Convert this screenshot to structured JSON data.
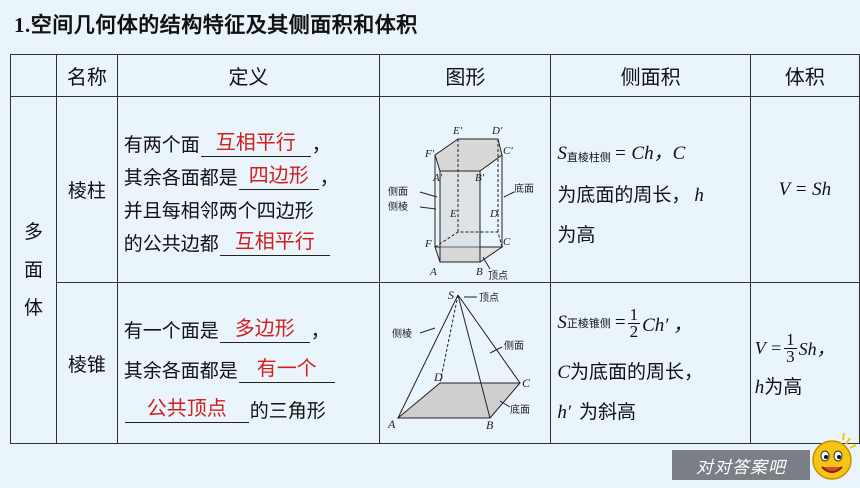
{
  "title": {
    "num": "1.",
    "text": "空间几何体的结构特征及其侧面积和体积"
  },
  "headers": [
    "名称",
    "定义",
    "图形",
    "侧面积",
    "体积"
  ],
  "group_label": [
    "多",
    "面",
    "体"
  ],
  "prism": {
    "name": "棱柱",
    "def": {
      "l1_pre": "有两个面",
      "l1_ans": "互相平行",
      "l1_post": "，",
      "l2_pre": "其余各面都是",
      "l2_ans": "四边形",
      "l2_post": "，",
      "l3": "并且每相邻两个四边形",
      "l4_pre": "的公共边都",
      "l4_ans": "互相平行"
    },
    "figure_labels": {
      "E1": "E′",
      "D1": "D′",
      "F1": "F′",
      "C1": "C′",
      "side_face": "侧面",
      "side_edge": "侧棱",
      "base": "底面",
      "vertex": "顶点",
      "E": "E",
      "D": "D",
      "F": "F",
      "C": "C",
      "A": "A",
      "B": "B",
      "A1": "A′",
      "B1": "B′"
    },
    "area": {
      "S": "S",
      "sub": "直棱柱侧",
      "eq": "= Ch，C",
      "l2": "为底面的周长，",
      "h": "h",
      "l3": "为高"
    },
    "volume": "V = Sh"
  },
  "pyramid": {
    "name": "棱锥",
    "def": {
      "l1_pre": "有一个面是",
      "l1_ans": "多边形",
      "l1_post": "，",
      "l2_pre": "其余各面都是",
      "l2_ans": "有一个",
      "l3_ans": "公共顶点",
      "l3_post": "的三角形"
    },
    "figure_labels": {
      "S": "S",
      "vertex": "顶点",
      "side_edge": "侧棱",
      "side_face": "侧面",
      "D": "D",
      "C": "C",
      "A": "A",
      "B": "B",
      "base": "底面"
    },
    "area": {
      "S": "S",
      "sub": "正棱锥侧",
      "eq1": "=",
      "num": "1",
      "den": "2",
      "rest": "Ch′ ，",
      "l2_c": "C",
      "l2": "为底面的周长，",
      "l3_h": "h′",
      "l3": "为斜高"
    },
    "volume": {
      "pre": "V =",
      "num": "1",
      "den": "3",
      "post": "Sh，",
      "l2_h": "h",
      "l2": "为高"
    }
  },
  "answer_button": "对对答案吧",
  "colors": {
    "answer": "#d21e1e",
    "background": "#e9f4fb",
    "button": "#7a7f86"
  },
  "icons": [
    "smiley-icon"
  ]
}
